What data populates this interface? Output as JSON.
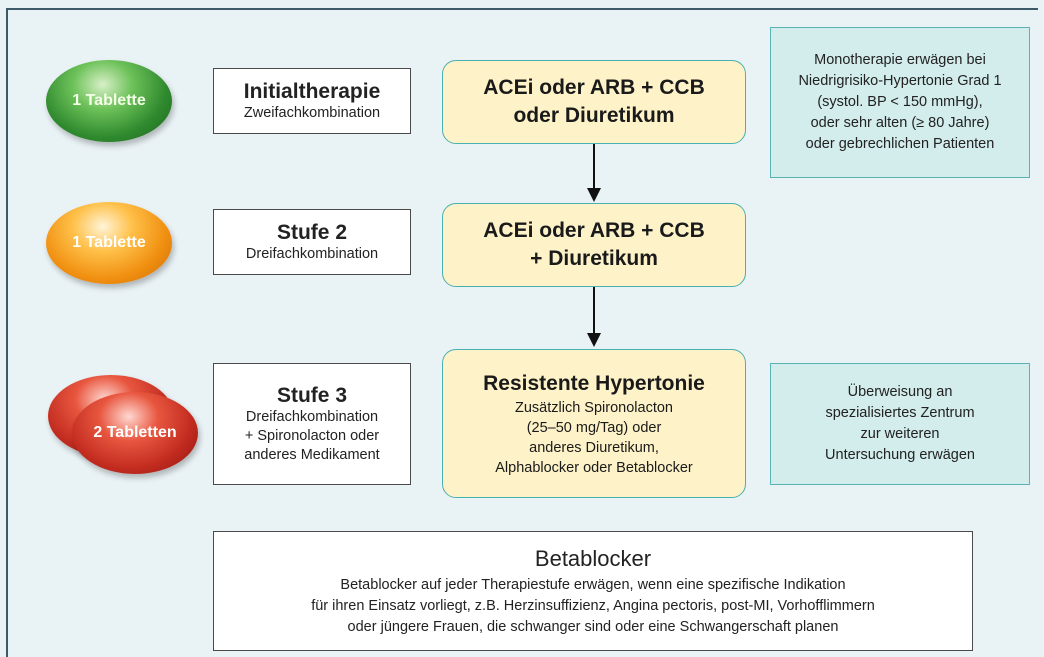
{
  "pills": [
    {
      "label": "1 Tablette",
      "color": "#2f8a2e"
    },
    {
      "label": "1 Tablette",
      "color": "#f08f10"
    },
    {
      "label": "2 Tabletten",
      "color": "#c12b1f"
    }
  ],
  "stages": [
    {
      "title": "Initialtherapie",
      "lines": [
        "Zweifachkombination"
      ]
    },
    {
      "title": "Stufe 2",
      "lines": [
        "Dreifachkombination"
      ]
    },
    {
      "title": "Stufe 3",
      "lines": [
        "Dreifachkombination",
        "+ Spironolacton oder",
        "anderes Medikament"
      ]
    }
  ],
  "treatments": [
    {
      "bold_lines": [
        "ACEi oder ARB + CCB",
        "oder Diuretikum"
      ]
    },
    {
      "bold_lines": [
        "ACEi oder ARB + CCB",
        "+ Diuretikum"
      ]
    },
    {
      "bold_lines": [
        "Resistente Hypertonie"
      ],
      "lines": [
        "Zusätzlich Spironolacton",
        "(25–50 mg/Tag) oder",
        "anderes Diuretikum,",
        "Alphablocker oder Betablocker"
      ]
    }
  ],
  "notes": [
    {
      "lines": [
        "Monotherapie erwägen bei",
        "Niedrigrisiko-Hypertonie Grad 1",
        "(systol. BP < 150 mmHg),",
        "oder sehr alten (≥ 80 Jahre)",
        "oder gebrechlichen Patienten"
      ]
    },
    {
      "lines": [
        "Überweisung an",
        "spezialisiertes Zentrum",
        "zur weiteren",
        "Untersuchung erwägen"
      ]
    }
  ],
  "footer": {
    "title": "Betablocker",
    "lines": [
      "Betablocker auf jeder Therapiestufe erwägen, wenn eine  spezifische Indikation",
      "für ihren Einsatz vorliegt, z.B. Herzinsuffizienz, Angina pectoris, post-MI, Vorhofflimmern",
      "oder jüngere Frauen, die schwanger sind oder eine Schwangerschaft planen"
    ]
  },
  "colors": {
    "background": "#e9f2f5",
    "treatment_fill": "#fdf2c8",
    "treatment_border": "#4bb0b0",
    "note_fill": "#d3ecec"
  }
}
